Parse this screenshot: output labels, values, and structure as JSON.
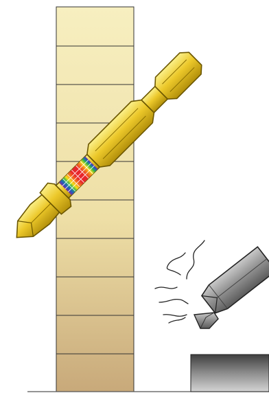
{
  "illustration": {
    "subject": "screwdriver-bit-hardness-comparison",
    "scale_segment_count": 10,
    "bit_material": "gold-coated",
    "bit_tip": "phillips",
    "stress_map_colors": [
      "#e8262b",
      "#f47b20",
      "#f6e21a",
      "#2bb24c",
      "#1f5fbf",
      "#7b2d9b"
    ],
    "broken_tip_shown": true
  },
  "colors": {
    "scale_top": "#f7efc0",
    "scale_bottom": "#c8a97a",
    "bit_light": "#f6df55",
    "bit_mid": "#e6c11f",
    "bit_dark": "#b8960c",
    "broken_bit": "#9a9a9a",
    "block_top": "#5a5a5a",
    "block_bottom": "#c9c9c9"
  }
}
